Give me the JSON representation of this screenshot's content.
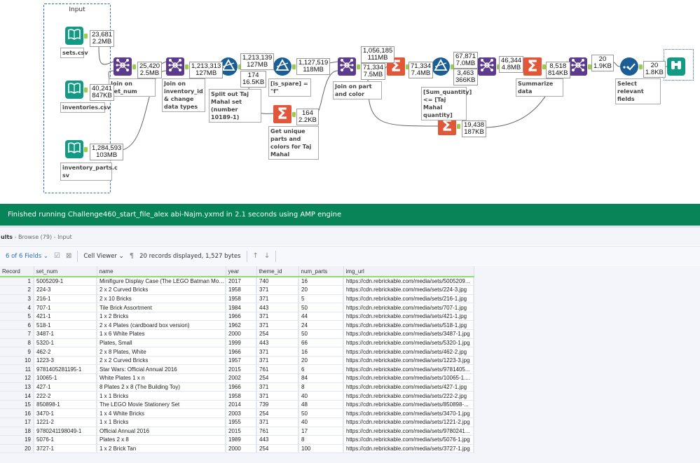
{
  "workflow": {
    "container_title": "Input",
    "nodes": [
      {
        "id": "in1",
        "type": "input",
        "label": "sets.csv",
        "count": [
          "23,681",
          "2.2MB"
        ]
      },
      {
        "id": "in2",
        "type": "input",
        "label": "inventories.csv",
        "count": [
          "40,241",
          "847KB"
        ]
      },
      {
        "id": "in3",
        "type": "input",
        "label": "inventory_parts.c sv",
        "count": [
          "1,284,593",
          "103MB"
        ]
      },
      {
        "id": "j1",
        "type": "join",
        "label": "Join on set_num",
        "count": [
          "25,420",
          "2.5MB"
        ]
      },
      {
        "id": "j2",
        "type": "join",
        "label": "Join on inventory_id & change data types",
        "count": [
          "1,213,313",
          "127MB"
        ]
      },
      {
        "id": "f1",
        "type": "filter",
        "label": "Split out Taj Mahal set (number 10189-1)",
        "count": [
          "1,213,139",
          "127MB"
        ],
        "count2": [
          "174",
          "16.5KB"
        ]
      },
      {
        "id": "s1",
        "type": "sum",
        "label": "Get unique parts and colors for Taj Mahal",
        "count": [
          "164",
          "2.2KB"
        ]
      },
      {
        "id": "f2",
        "type": "filter",
        "label": "[is_spare] = \"f\"",
        "count": [
          "1,127,519",
          "118MB"
        ]
      },
      {
        "id": "j3",
        "type": "join",
        "label": "Join on part and color",
        "count": [
          "1,056,185",
          "111MB"
        ],
        "count2": [
          "71,334",
          "7.5MB"
        ]
      },
      {
        "id": "s2",
        "type": "sum",
        "label": "",
        "count": [
          "71,334",
          "7.4MB"
        ]
      },
      {
        "id": "f3",
        "type": "filter",
        "label": "[Sum_quantity] <= [Taj Mahal quantity]",
        "count": [
          "67,871",
          "7.0MB"
        ],
        "count2": [
          "3,463",
          "366KB"
        ]
      },
      {
        "id": "j4",
        "type": "join",
        "label": "",
        "count": [
          "46,344",
          "4.8MB"
        ]
      },
      {
        "id": "s3",
        "type": "sum",
        "label": "Summarize data",
        "count": [
          "8,518",
          "814KB"
        ]
      },
      {
        "id": "j5",
        "type": "join",
        "label": "",
        "count": [
          "20",
          "1.9KB"
        ]
      },
      {
        "id": "s4",
        "type": "sum",
        "label": "",
        "count": [
          "19,438",
          "187KB"
        ]
      },
      {
        "id": "sel",
        "type": "select",
        "label": "Select relevant fields",
        "count": [
          "20",
          "1.8KB"
        ]
      },
      {
        "id": "br",
        "type": "browse",
        "label": "",
        "count": []
      }
    ]
  },
  "status": "Finished running Challenge460_start_file_alex abi-Najm.yxmd in 2.1 seconds using AMP engine",
  "results": {
    "title": "ults",
    "breadcrumb": " - Browse (79) - Input"
  },
  "toolbar": {
    "fields": "6 of 6 Fields",
    "cell_viewer": "Cell Viewer",
    "records": "20 records displayed, 1,527 bytes"
  },
  "table": {
    "columns": [
      "Record",
      "set_num",
      "name",
      "year",
      "theme_id",
      "num_parts",
      "img_url"
    ],
    "rows": [
      [
        "1",
        "5005209-1",
        "Minifigure Display Case (The LEGO Batman Movie)",
        "2017",
        "740",
        "16",
        "https://cdn.rebrickable.com/media/sets/5005209..."
      ],
      [
        "2",
        "224-3",
        "2 x 2 Curved Bricks",
        "1958",
        "371",
        "20",
        "https://cdn.rebrickable.com/media/sets/224-3.jpg"
      ],
      [
        "3",
        "216-1",
        "2 x 10 Bricks",
        "1958",
        "371",
        "5",
        "https://cdn.rebrickable.com/media/sets/216-1.jpg"
      ],
      [
        "4",
        "707-1",
        "Tile Brick Assortment",
        "1984",
        "443",
        "50",
        "https://cdn.rebrickable.com/media/sets/707-1.jpg"
      ],
      [
        "5",
        "421-1",
        "1 x 2 Bricks",
        "1966",
        "371",
        "44",
        "https://cdn.rebrickable.com/media/sets/421-1.jpg"
      ],
      [
        "6",
        "518-1",
        "2 x 4 Plates (cardboard box version)",
        "1962",
        "371",
        "24",
        "https://cdn.rebrickable.com/media/sets/518-1.jpg"
      ],
      [
        "7",
        "3487-1",
        "1 x 6 White Plates",
        "2000",
        "254",
        "50",
        "https://cdn.rebrickable.com/media/sets/3487-1.jpg"
      ],
      [
        "8",
        "5320-1",
        "Plates, Small",
        "1999",
        "443",
        "66",
        "https://cdn.rebrickable.com/media/sets/5320-1.jpg"
      ],
      [
        "9",
        "462-2",
        "2 x 8 Plates, White",
        "1966",
        "371",
        "16",
        "https://cdn.rebrickable.com/media/sets/462-2.jpg"
      ],
      [
        "10",
        "1223-3",
        "2 x 2 Curved Bricks",
        "1957",
        "371",
        "20",
        "https://cdn.rebrickable.com/media/sets/1223-3.jpg"
      ],
      [
        "11",
        "9781405281195-1",
        "Star Wars: Official Annual 2016",
        "2015",
        "761",
        "6",
        "https://cdn.rebrickable.com/media/sets/9781405..."
      ],
      [
        "12",
        "10065-1",
        "White Plates 1 x n",
        "2002",
        "254",
        "84",
        "https://cdn.rebrickable.com/media/sets/10065-1...."
      ],
      [
        "13",
        "427-1",
        "8 Plates 2 x 8 (The Building Toy)",
        "1966",
        "371",
        "8",
        "https://cdn.rebrickable.com/media/sets/427-1.jpg"
      ],
      [
        "14",
        "222-2",
        "1 x 1 Bricks",
        "1958",
        "371",
        "40",
        "https://cdn.rebrickable.com/media/sets/222-2.jpg"
      ],
      [
        "15",
        "850898-1",
        "The LEGO Movie Stationery Set",
        "2014",
        "739",
        "48",
        "https://cdn.rebrickable.com/media/sets/850898-..."
      ],
      [
        "16",
        "3470-1",
        "1 x 4 White Bricks",
        "2003",
        "254",
        "50",
        "https://cdn.rebrickable.com/media/sets/3470-1.jpg"
      ],
      [
        "17",
        "1221-2",
        "1 x 1 Bricks",
        "1955",
        "371",
        "40",
        "https://cdn.rebrickable.com/media/sets/1221-2.jpg"
      ],
      [
        "18",
        "9780241198049-1",
        "Official Annual 2016",
        "2015",
        "761",
        "17",
        "https://cdn.rebrickable.com/media/sets/9780241..."
      ],
      [
        "19",
        "5076-1",
        "Plates 2 x 8",
        "1989",
        "443",
        "8",
        "https://cdn.rebrickable.com/media/sets/5076-1.jpg"
      ],
      [
        "20",
        "3727-1",
        "1 x 2 Brick Tan",
        "2000",
        "254",
        "100",
        "https://cdn.rebrickable.com/media/sets/3727-1.jpg"
      ]
    ]
  }
}
